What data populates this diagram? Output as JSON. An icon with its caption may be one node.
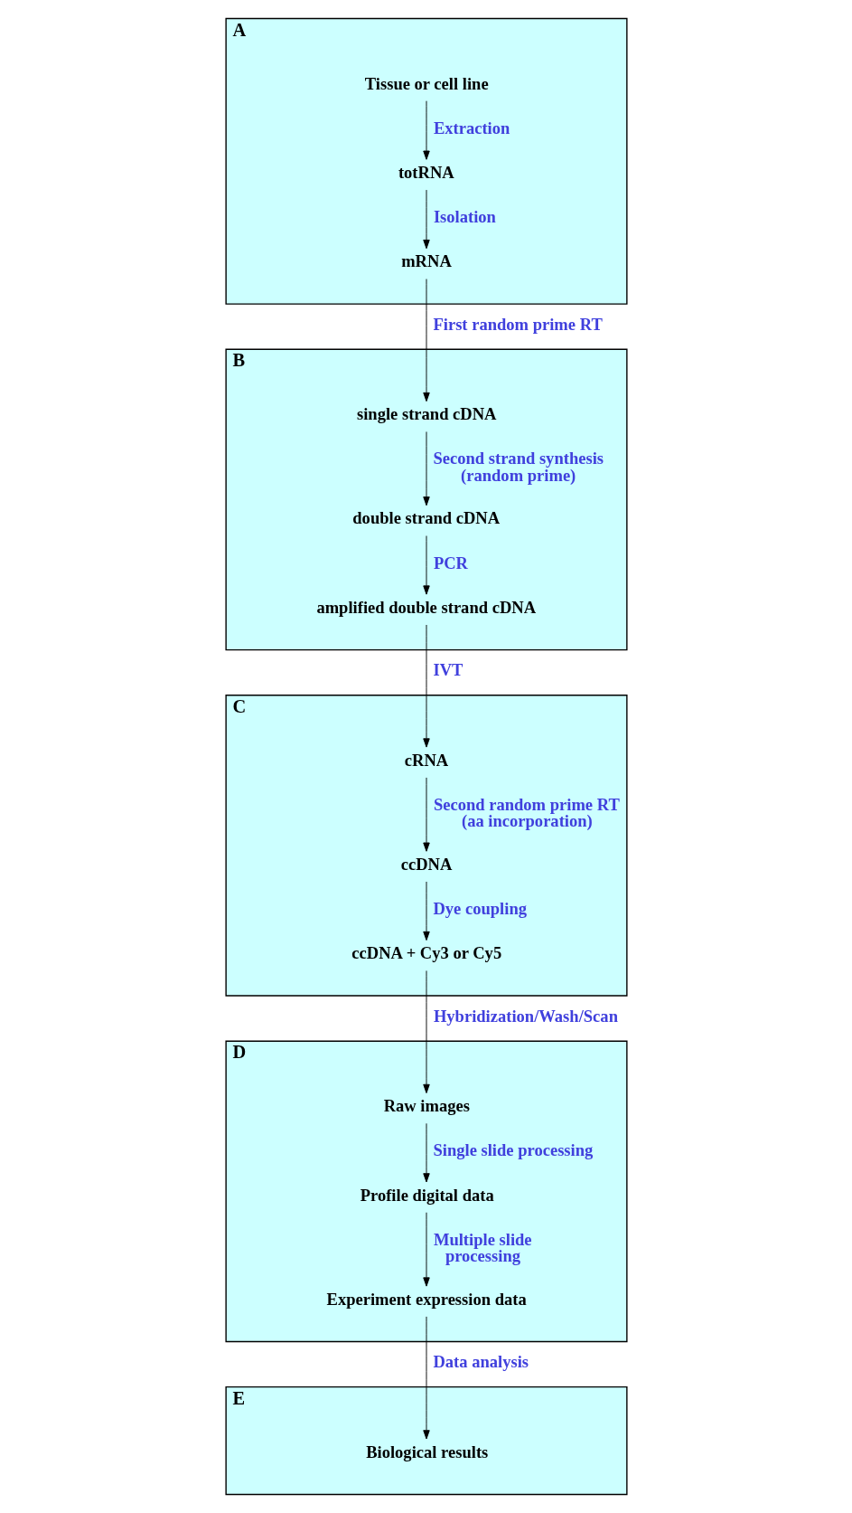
{
  "diagram": {
    "nodes": [
      {
        "text": [
          "A"
        ]
      },
      {
        "text": [
          "Tissue or cell line"
        ],
        "in": 0
      },
      {
        "text": [
          "totRNA"
        ],
        "in": 0
      },
      {
        "text": [
          "mRNA"
        ],
        "in": 0
      },
      {
        "text": [
          "B"
        ]
      },
      {
        "text": [
          "single strand cDNA"
        ],
        "in": 4
      },
      {
        "text": [
          "double strand cDNA"
        ],
        "in": 4
      },
      {
        "text": [
          "amplified double strand cDNA"
        ],
        "in": 4
      },
      {
        "text": [
          "C"
        ]
      },
      {
        "text": [
          "cRNA"
        ],
        "in": 8
      },
      {
        "text": [
          "ccDNA"
        ],
        "in": 8
      },
      {
        "text": [
          "ccDNA + Cy3 or Cy5"
        ],
        "in": 8
      },
      {
        "text": [
          "D"
        ]
      },
      {
        "text": [
          "Raw images"
        ],
        "in": 12
      },
      {
        "text": [
          "Profile digital data"
        ],
        "in": 12
      },
      {
        "text": [
          "Experiment expression data"
        ],
        "in": 12
      },
      {
        "text": [
          "E"
        ]
      },
      {
        "text": [
          "Biological results"
        ],
        "in": 16
      }
    ],
    "edges": [
      {
        "from": 1,
        "to": 2,
        "arrow": "to",
        "label": "Extraction"
      },
      {
        "from": 2,
        "to": 3,
        "arrow": "to",
        "label": "Isolation"
      },
      {
        "from": 3,
        "to": 5,
        "arrow": "to",
        "label": "First random prime RT"
      },
      {
        "from": 5,
        "to": 6,
        "arrow": "to",
        "label": "Second strand synthesis (random prime)"
      },
      {
        "from": 6,
        "to": 7,
        "arrow": "to",
        "label": "PCR"
      },
      {
        "from": 7,
        "to": 9,
        "arrow": "to",
        "label": "IVT"
      },
      {
        "from": 9,
        "to": 10,
        "arrow": "to",
        "label": "Second random prime RT (aa incorporation)"
      },
      {
        "from": 10,
        "to": 11,
        "arrow": "to",
        "label": "Dye coupling"
      },
      {
        "from": 11,
        "to": 13,
        "arrow": "to",
        "label": "Hybridization/Wash/Scan"
      },
      {
        "from": 13,
        "to": 14,
        "arrow": "to",
        "label": "Single slide processing"
      },
      {
        "from": 14,
        "to": 15,
        "arrow": "to",
        "label": "Multiple slide processing"
      },
      {
        "from": 15,
        "to": 17,
        "arrow": "to",
        "label": "Data analysis"
      }
    ]
  }
}
